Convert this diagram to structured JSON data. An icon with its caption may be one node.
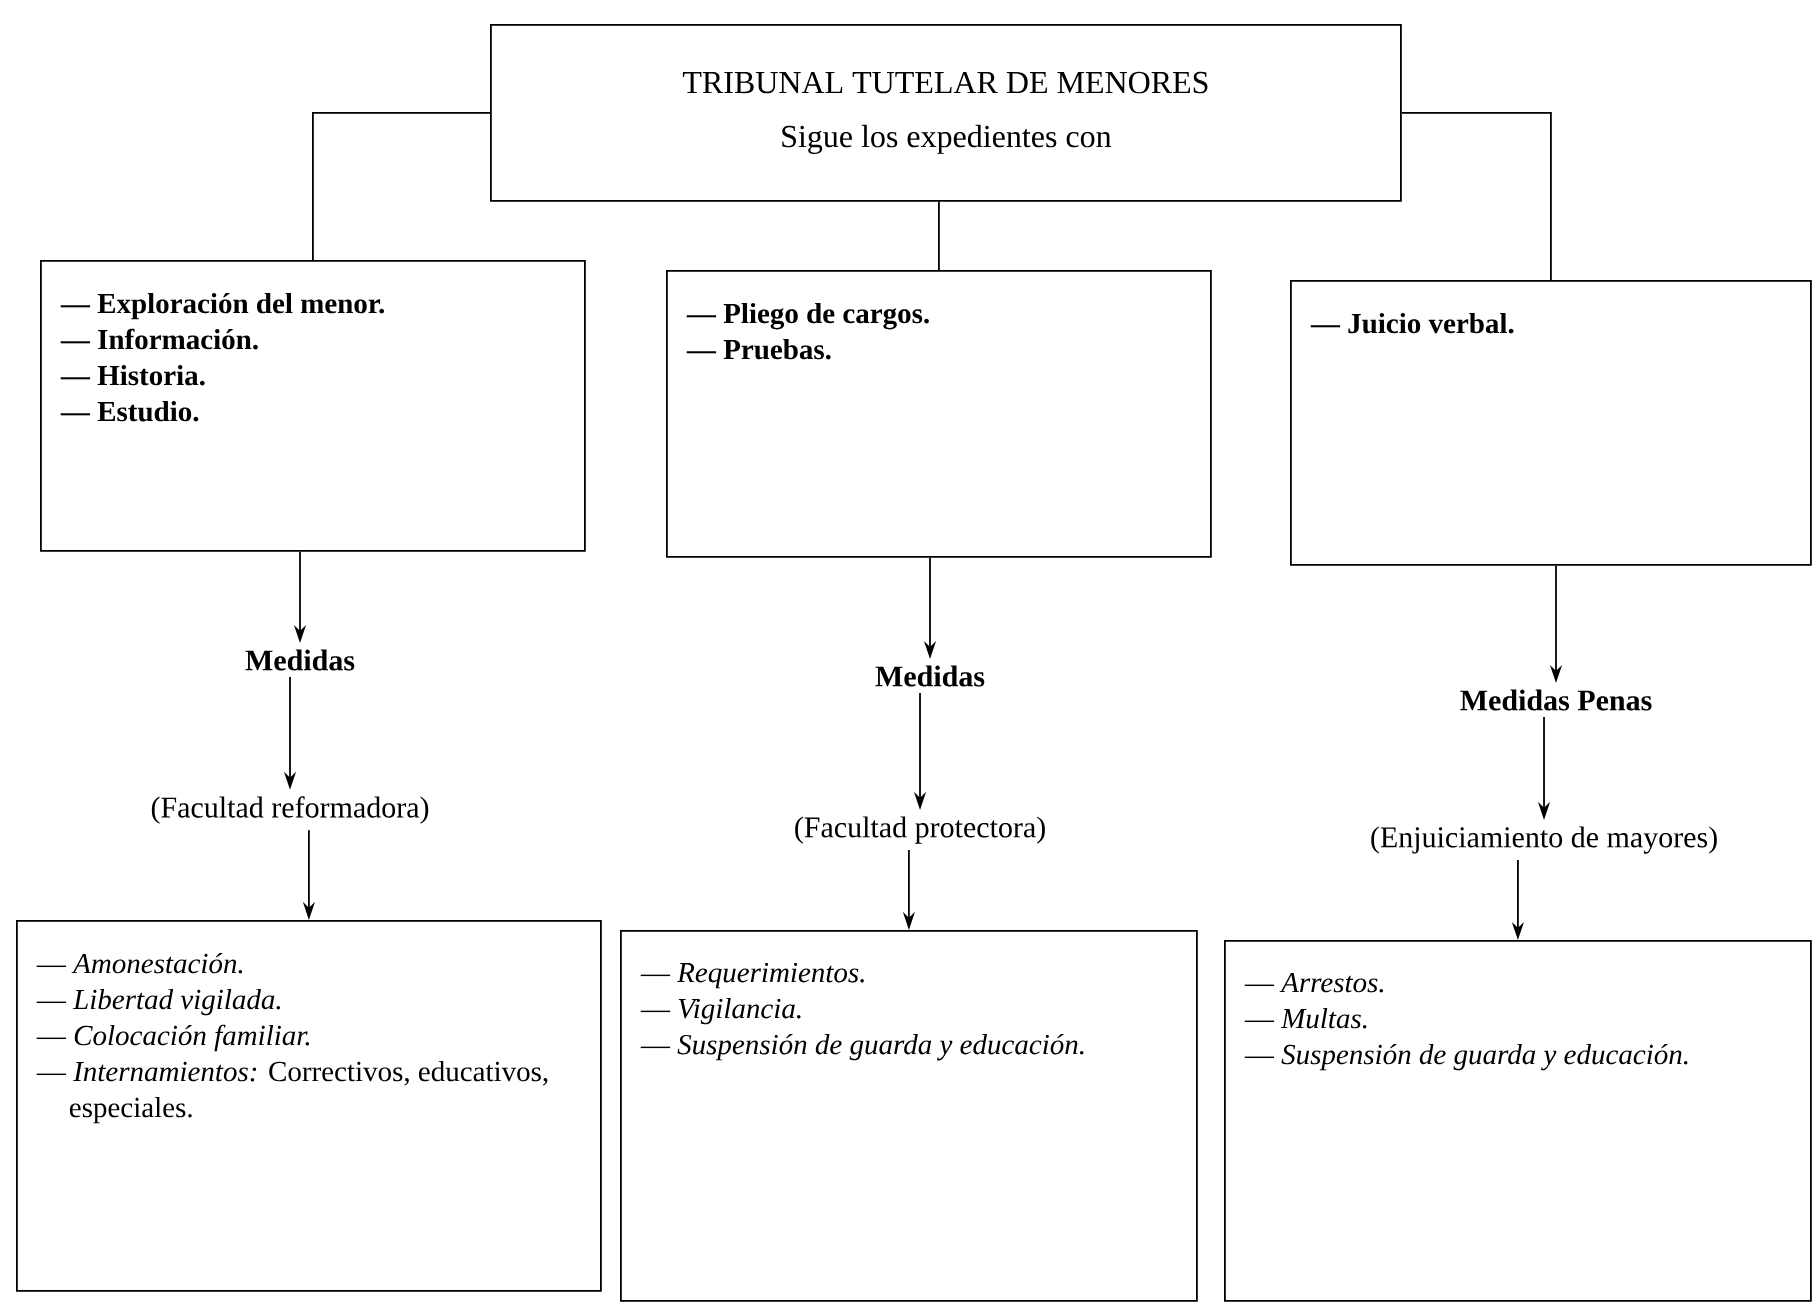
{
  "diagram": {
    "nodes": [
      {
        "text": [
          "TRIBUNAL TUTELAR DE MENORES",
          "Sigue los expedientes con"
        ]
      },
      {
        "text": [
          "— Exploración del menor.",
          "— Información.",
          "— Historia.",
          "— Estudio."
        ]
      },
      {
        "text": [
          "— Pliego de cargos.",
          "— Pruebas."
        ]
      },
      {
        "text": [
          "— Juicio verbal."
        ]
      },
      {
        "text": [
          "Medidas"
        ]
      },
      {
        "text": [
          "Medidas"
        ]
      },
      {
        "text": [
          "Medidas Penas"
        ]
      },
      {
        "text": [
          "(Facultad reformadora)"
        ]
      },
      {
        "text": [
          "(Facultad protectora)"
        ]
      },
      {
        "text": [
          "(Enjuiciamiento de mayores)"
        ]
      },
      {
        "text": [
          "— *Amonestación.*",
          "— *Libertad vigilada.*",
          "— *Colocación familiar.*",
          "— *Internamientos:* Correctivos, educativos, especiales."
        ]
      },
      {
        "text": [
          "— *Requerimientos.*",
          "— *Vigilancia.*",
          "— *Suspensión de guarda y educación.*"
        ]
      },
      {
        "text": [
          "— *Arrestos.*",
          "— *Multas.*",
          "— *Suspensión de guarda y educación.*"
        ]
      }
    ],
    "edges": [
      {
        "from": 0,
        "to": 1,
        "arrow": "none"
      },
      {
        "from": 0,
        "to": 2,
        "arrow": "none"
      },
      {
        "from": 0,
        "to": 3,
        "arrow": "none"
      },
      {
        "from": 1,
        "to": 4,
        "arrow": "to"
      },
      {
        "from": 4,
        "to": 7,
        "arrow": "to"
      },
      {
        "from": 7,
        "to": 10,
        "arrow": "to"
      },
      {
        "from": 2,
        "to": 5,
        "arrow": "to"
      },
      {
        "from": 5,
        "to": 8,
        "arrow": "to"
      },
      {
        "from": 8,
        "to": 11,
        "arrow": "to"
      },
      {
        "from": 3,
        "to": 6,
        "arrow": "to"
      },
      {
        "from": 6,
        "to": 9,
        "arrow": "to"
      },
      {
        "from": 9,
        "to": 12,
        "arrow": "to"
      }
    ]
  }
}
